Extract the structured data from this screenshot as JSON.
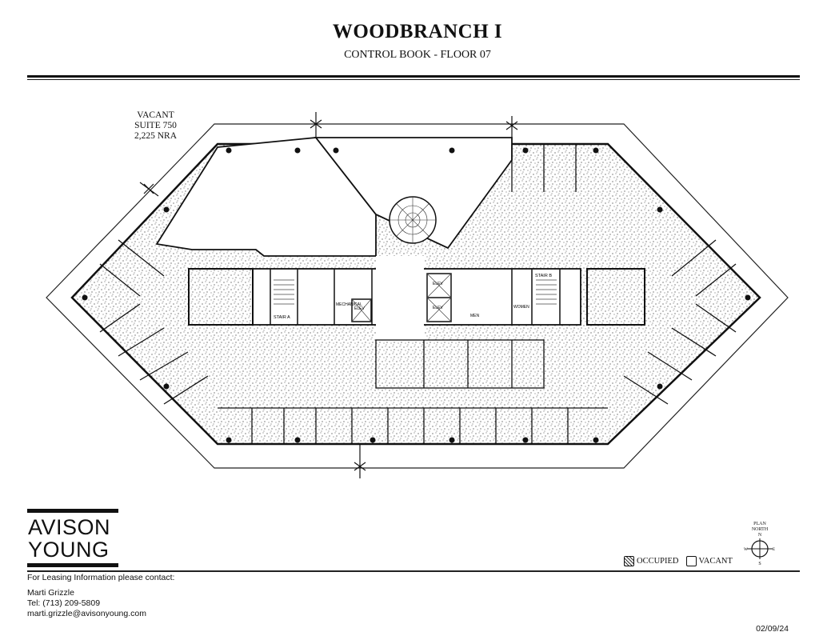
{
  "header": {
    "title": "WOODBRANCH I",
    "subtitle": "CONTROL BOOK - FLOOR 07"
  },
  "plan": {
    "suite_callout": {
      "status": "VACANT",
      "suite": "SUITE 750",
      "area": "2,225 NRA"
    },
    "room_labels": {
      "stair_a": "STAIR A",
      "stair_b": "STAIR B",
      "mechanical": "MECHANICAL",
      "elev": "ELEV",
      "men": "MEN",
      "women": "WOMEN"
    },
    "occupied_fill": "stipple"
  },
  "legend": {
    "occupied": "OCCUPIED",
    "vacant": "VACANT"
  },
  "compass": {
    "label1": "PLAN",
    "label2": "NORTH",
    "n": "N",
    "s": "S",
    "e": "E",
    "w": "W"
  },
  "logo": {
    "line1": "AVISON",
    "line2": "YOUNG"
  },
  "contact": {
    "heading": "For Leasing Information please contact:",
    "name": "Marti Grizzle",
    "tel": "Tel: (713) 209-5809",
    "email": "marti.grizzle@avisonyoung.com"
  },
  "date": "02/09/24"
}
